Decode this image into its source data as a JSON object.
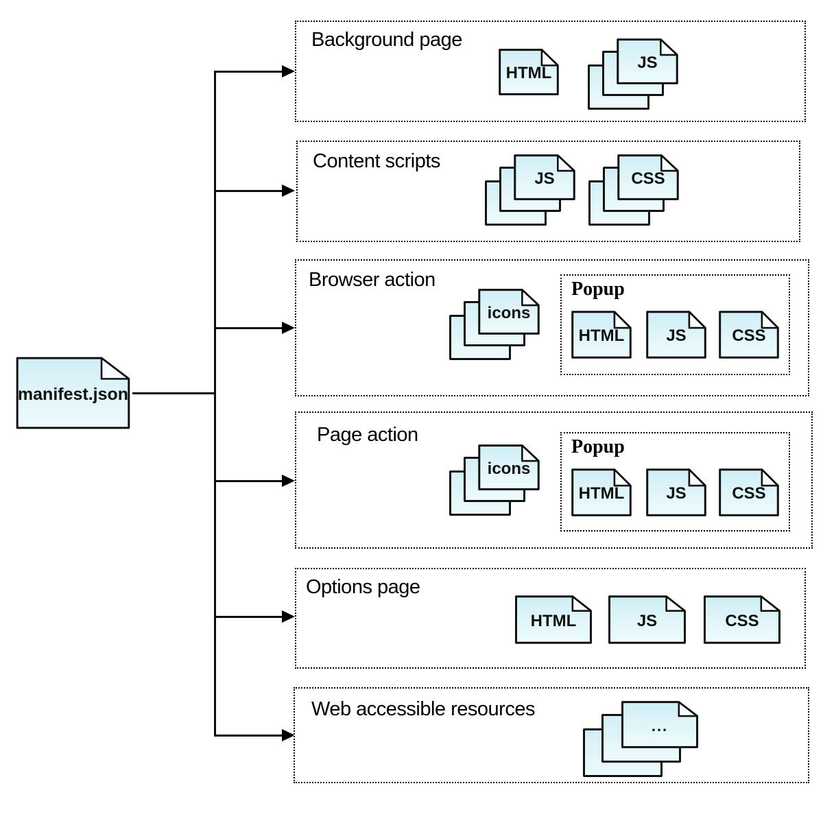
{
  "root": {
    "label": "manifest.json"
  },
  "sections": {
    "background": {
      "label": "Background page",
      "html_doc": "HTML",
      "js_stack": "JS"
    },
    "content": {
      "label": "Content scripts",
      "js_stack": "JS",
      "css_stack": "CSS"
    },
    "browser_action": {
      "label": "Browser action",
      "icons_stack": "icons",
      "popup": {
        "label": "Popup",
        "html_doc": "HTML",
        "js_doc": "JS",
        "css_doc": "CSS"
      }
    },
    "page_action": {
      "label": "Page action",
      "icons_stack": "icons",
      "popup": {
        "label": "Popup",
        "html_doc": "HTML",
        "js_doc": "JS",
        "css_doc": "CSS"
      }
    },
    "options": {
      "label": "Options page",
      "html_doc": "HTML",
      "js_doc": "JS",
      "css_doc": "CSS"
    },
    "web_resources": {
      "label": "Web accessible resources",
      "stack_label": "..."
    }
  },
  "colors": {
    "doc_fill_top": "#cfeef6",
    "doc_fill_bottom": "#eefbfd",
    "line": "#111111",
    "background": "#ffffff"
  }
}
